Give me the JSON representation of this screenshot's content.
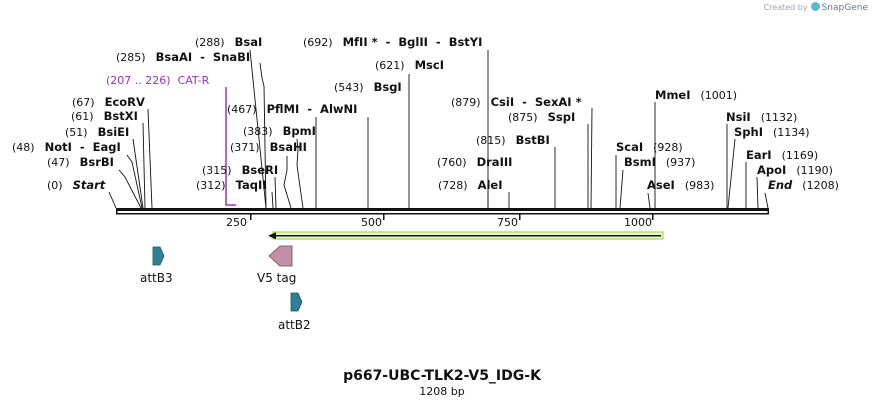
{
  "credit": {
    "prefix": "Created by",
    "brand": "SnapGene"
  },
  "map": {
    "name": "p667-UBC-TLK2-V5_IDG-K",
    "length_label": "1208 bp",
    "length": 1208
  },
  "ticks": [
    "250",
    "500",
    "750",
    "1000"
  ],
  "start_label": "Start",
  "end_label": "End",
  "sites": [
    {
      "pos": "(0)",
      "name": "Start",
      "italic": true
    },
    {
      "pos": "(47)",
      "name": "BsrBI"
    },
    {
      "pos": "(48)",
      "name": "NotI  -  EagI"
    },
    {
      "pos": "(51)",
      "name": "BsiEI"
    },
    {
      "pos": "(61)",
      "name": "BstXI"
    },
    {
      "pos": "(67)",
      "name": "EcoRV"
    },
    {
      "pos": "(285)",
      "name": "BsaAI  -  SnaBI"
    },
    {
      "pos": "(288)",
      "name": "BsaI"
    },
    {
      "pos": "(312)",
      "name": "TaqII"
    },
    {
      "pos": "(315)",
      "name": "BseRI"
    },
    {
      "pos": "(371)",
      "name": "BsaHI"
    },
    {
      "pos": "(383)",
      "name": "BpmI"
    },
    {
      "pos": "(467)",
      "name": "PflMI  -  AlwNI"
    },
    {
      "pos": "(543)",
      "name": "BsgI"
    },
    {
      "pos": "(621)",
      "name": "MscI"
    },
    {
      "pos": "(692)",
      "name": "MfII *  -  BglII  -  BstYI"
    },
    {
      "pos": "(728)",
      "name": "AleI"
    },
    {
      "pos": "(760)",
      "name": "DraIII"
    },
    {
      "pos": "(815)",
      "name": "BstBI"
    },
    {
      "pos": "(875)",
      "name": "SspI"
    },
    {
      "pos": "(879)",
      "name": "CsiI  -  SexAI *"
    },
    {
      "pos": "(928)",
      "name": "ScaI"
    },
    {
      "pos": "(937)",
      "name": "BsmI"
    },
    {
      "pos": "(983)",
      "name": "AseI"
    },
    {
      "pos": "(1001)",
      "name": "MmeI"
    },
    {
      "pos": "(1132)",
      "name": "NsiI"
    },
    {
      "pos": "(1134)",
      "name": "SphI"
    },
    {
      "pos": "(1169)",
      "name": "EarI"
    },
    {
      "pos": "(1190)",
      "name": "ApoI"
    },
    {
      "pos": "(1208)",
      "name": "End",
      "italic": true
    }
  ],
  "primer": {
    "label": "(207 .. 226)  CAT-R",
    "color": "#9b30c9"
  },
  "features": [
    {
      "name": "attB3",
      "direction": "forward",
      "color": "#2e7f98"
    },
    {
      "name": "V5 tag",
      "direction": "reverse",
      "color": "#c48fa8"
    },
    {
      "name": "attB2",
      "direction": "forward",
      "color": "#2e7f98"
    }
  ],
  "orf": {
    "direction": "reverse",
    "color": "#8fd42a"
  },
  "colors": {
    "backbone": "#111111",
    "primer": "#9b30c9",
    "orf": "#8fd42a",
    "att": "#2e7f98",
    "tag": "#c48fa8"
  }
}
